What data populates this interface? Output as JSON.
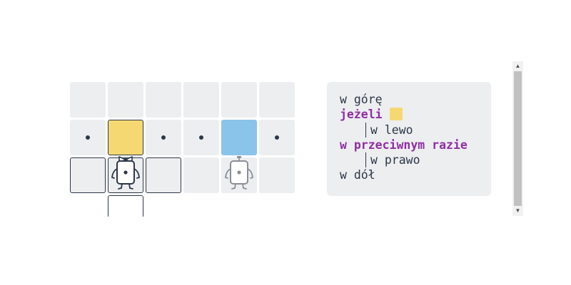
{
  "board": {
    "grid": [
      [
        "empty",
        "empty",
        "empty",
        "empty",
        "empty",
        "empty"
      ],
      [
        "dot",
        "yellow",
        "dot",
        "dot",
        "blue",
        "dot"
      ],
      [
        "outlined",
        "robot-outlined",
        "outlined",
        "empty",
        "ghost-robot",
        "empty"
      ],
      [
        "none",
        "outlined-white",
        "none",
        "none",
        "none",
        "none"
      ]
    ],
    "colors": {
      "cell": "#eceef0",
      "yellow": "#f6d873",
      "blue": "#8bc4ea",
      "outline": "#2d3748",
      "robot": "#2d3748",
      "ghost_robot": "#8a8f96"
    }
  },
  "program": {
    "lines": {
      "l1": "w górę",
      "l2": "jeżeli",
      "l3": "w lewo",
      "l4": "w przeciwnym razie",
      "l5": "w prawo",
      "l6": "w dół"
    },
    "condition_color": "#f6d873",
    "keyword_color": "#8f2fa3"
  },
  "scrollbar": {
    "up_icon": "▲",
    "down_icon": "▼"
  }
}
